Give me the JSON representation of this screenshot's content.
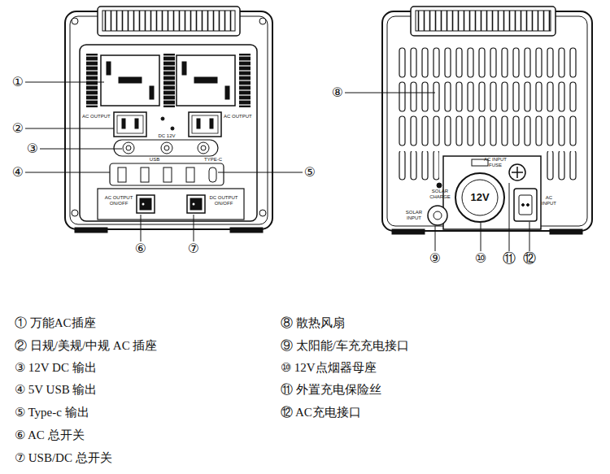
{
  "diagram": {
    "labels": [
      "①",
      "②",
      "③",
      "④",
      "⑤",
      "⑥",
      "⑦",
      "⑧",
      "⑨",
      "⑩",
      "⑪",
      "⑫",
      "AC OUTPUT",
      "AC OUTPUT",
      "DC 12V",
      "USB",
      "TYPE-C",
      "AC OUTPUT ON/OFF",
      "DC OUTPUT ON/OFF",
      "SOLAR INPUT",
      "SOLAR CHARGE",
      "12V",
      "AC INPUT FUSE",
      "AC INPUT",
      "① 万能AC插座",
      "② 日规/美规/中规 AC 插座",
      "③ 12V DC 输出",
      "④ 5V USB 输出",
      "⑤ Type-c 输出",
      "⑥ AC 总开关",
      "⑦ USB/DC 总开关",
      "⑧ 散热风扇",
      "⑨ 太阳能/车充充电接口",
      "⑩ 12V点烟器母座",
      "⑪ 外置充电保险丝",
      "⑫ AC充电接口"
    ]
  }
}
